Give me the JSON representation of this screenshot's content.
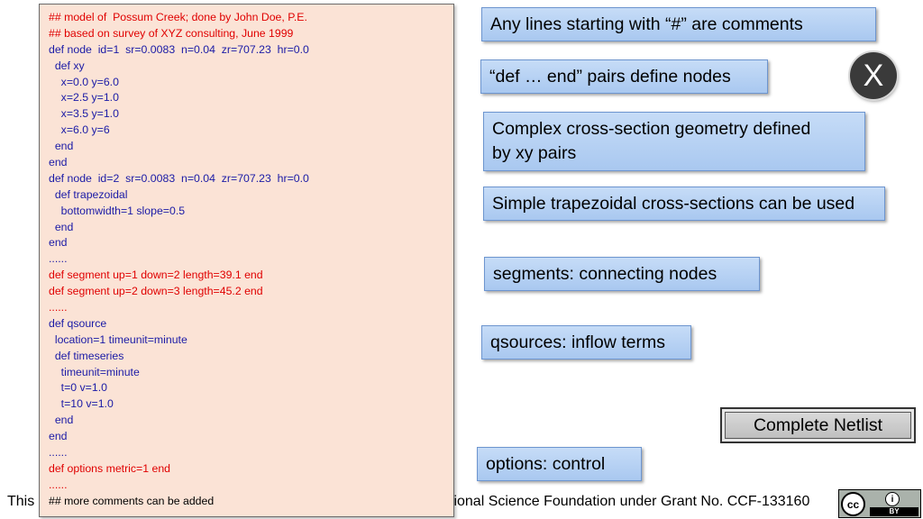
{
  "footer": {
    "prefix": "This",
    "suffix": "tional Science Foundation under Grant No. CCF-133160"
  },
  "code_lines": [
    {
      "text": "## model of  Possum Creek; done by John Doe, P.E.",
      "kind": "comment"
    },
    {
      "text": "## based on survey of XYZ consulting, June 1999",
      "kind": "comment"
    },
    {
      "text": "def node  id=1  sr=0.0083  n=0.04  zr=707.23  hr=0.0",
      "kind": "code"
    },
    {
      "text": "  def xy",
      "kind": "code"
    },
    {
      "text": "    x=0.0 y=6.0",
      "kind": "code"
    },
    {
      "text": "    x=2.5 y=1.0",
      "kind": "code"
    },
    {
      "text": "    x=3.5 y=1.0",
      "kind": "code"
    },
    {
      "text": "    x=6.0 y=6",
      "kind": "code"
    },
    {
      "text": "  end",
      "kind": "code"
    },
    {
      "text": "end",
      "kind": "code"
    },
    {
      "text": "def node  id=2  sr=0.0083  n=0.04  zr=707.23  hr=0.0",
      "kind": "code"
    },
    {
      "text": "  def trapezoidal",
      "kind": "code"
    },
    {
      "text": "    bottomwidth=1 slope=0.5",
      "kind": "code"
    },
    {
      "text": "  end",
      "kind": "code"
    },
    {
      "text": "end",
      "kind": "code"
    },
    {
      "text": "......",
      "kind": "code"
    },
    {
      "text": "def segment up=1 down=2 length=39.1 end",
      "kind": "comment"
    },
    {
      "text": "def segment up=2 down=3 length=45.2 end",
      "kind": "comment"
    },
    {
      "text": "......",
      "kind": "comment"
    },
    {
      "text": "def qsource",
      "kind": "code"
    },
    {
      "text": "  location=1 timeunit=minute",
      "kind": "code"
    },
    {
      "text": "  def timeseries",
      "kind": "code"
    },
    {
      "text": "    timeunit=minute",
      "kind": "code"
    },
    {
      "text": "    t=0 v=1.0",
      "kind": "code"
    },
    {
      "text": "    t=10 v=1.0",
      "kind": "code"
    },
    {
      "text": "  end",
      "kind": "code"
    },
    {
      "text": "end",
      "kind": "code"
    },
    {
      "text": "......",
      "kind": "code"
    },
    {
      "text": "def options metric=1 end",
      "kind": "comment"
    },
    {
      "text": "......",
      "kind": "comment"
    },
    {
      "text": "## more comments can be added",
      "kind": "black"
    }
  ],
  "callouts": {
    "comments": "Any lines starting with “#” are comments",
    "def_end": "“def … end” pairs define nodes",
    "complex": "Complex cross-section geometry defined\nby xy pairs",
    "trapezoidal": "Simple trapezoidal cross-sections can be used",
    "segments": "segments: connecting nodes",
    "qsources": "qsources: inflow terms",
    "options": "options: control"
  },
  "close_button": {
    "label": "X",
    "icon": "close-icon"
  },
  "netlist_button": {
    "label": "Complete Netlist"
  },
  "license": {
    "cc": "cc",
    "by": "BY",
    "icon": "creative-commons-by-icon"
  }
}
